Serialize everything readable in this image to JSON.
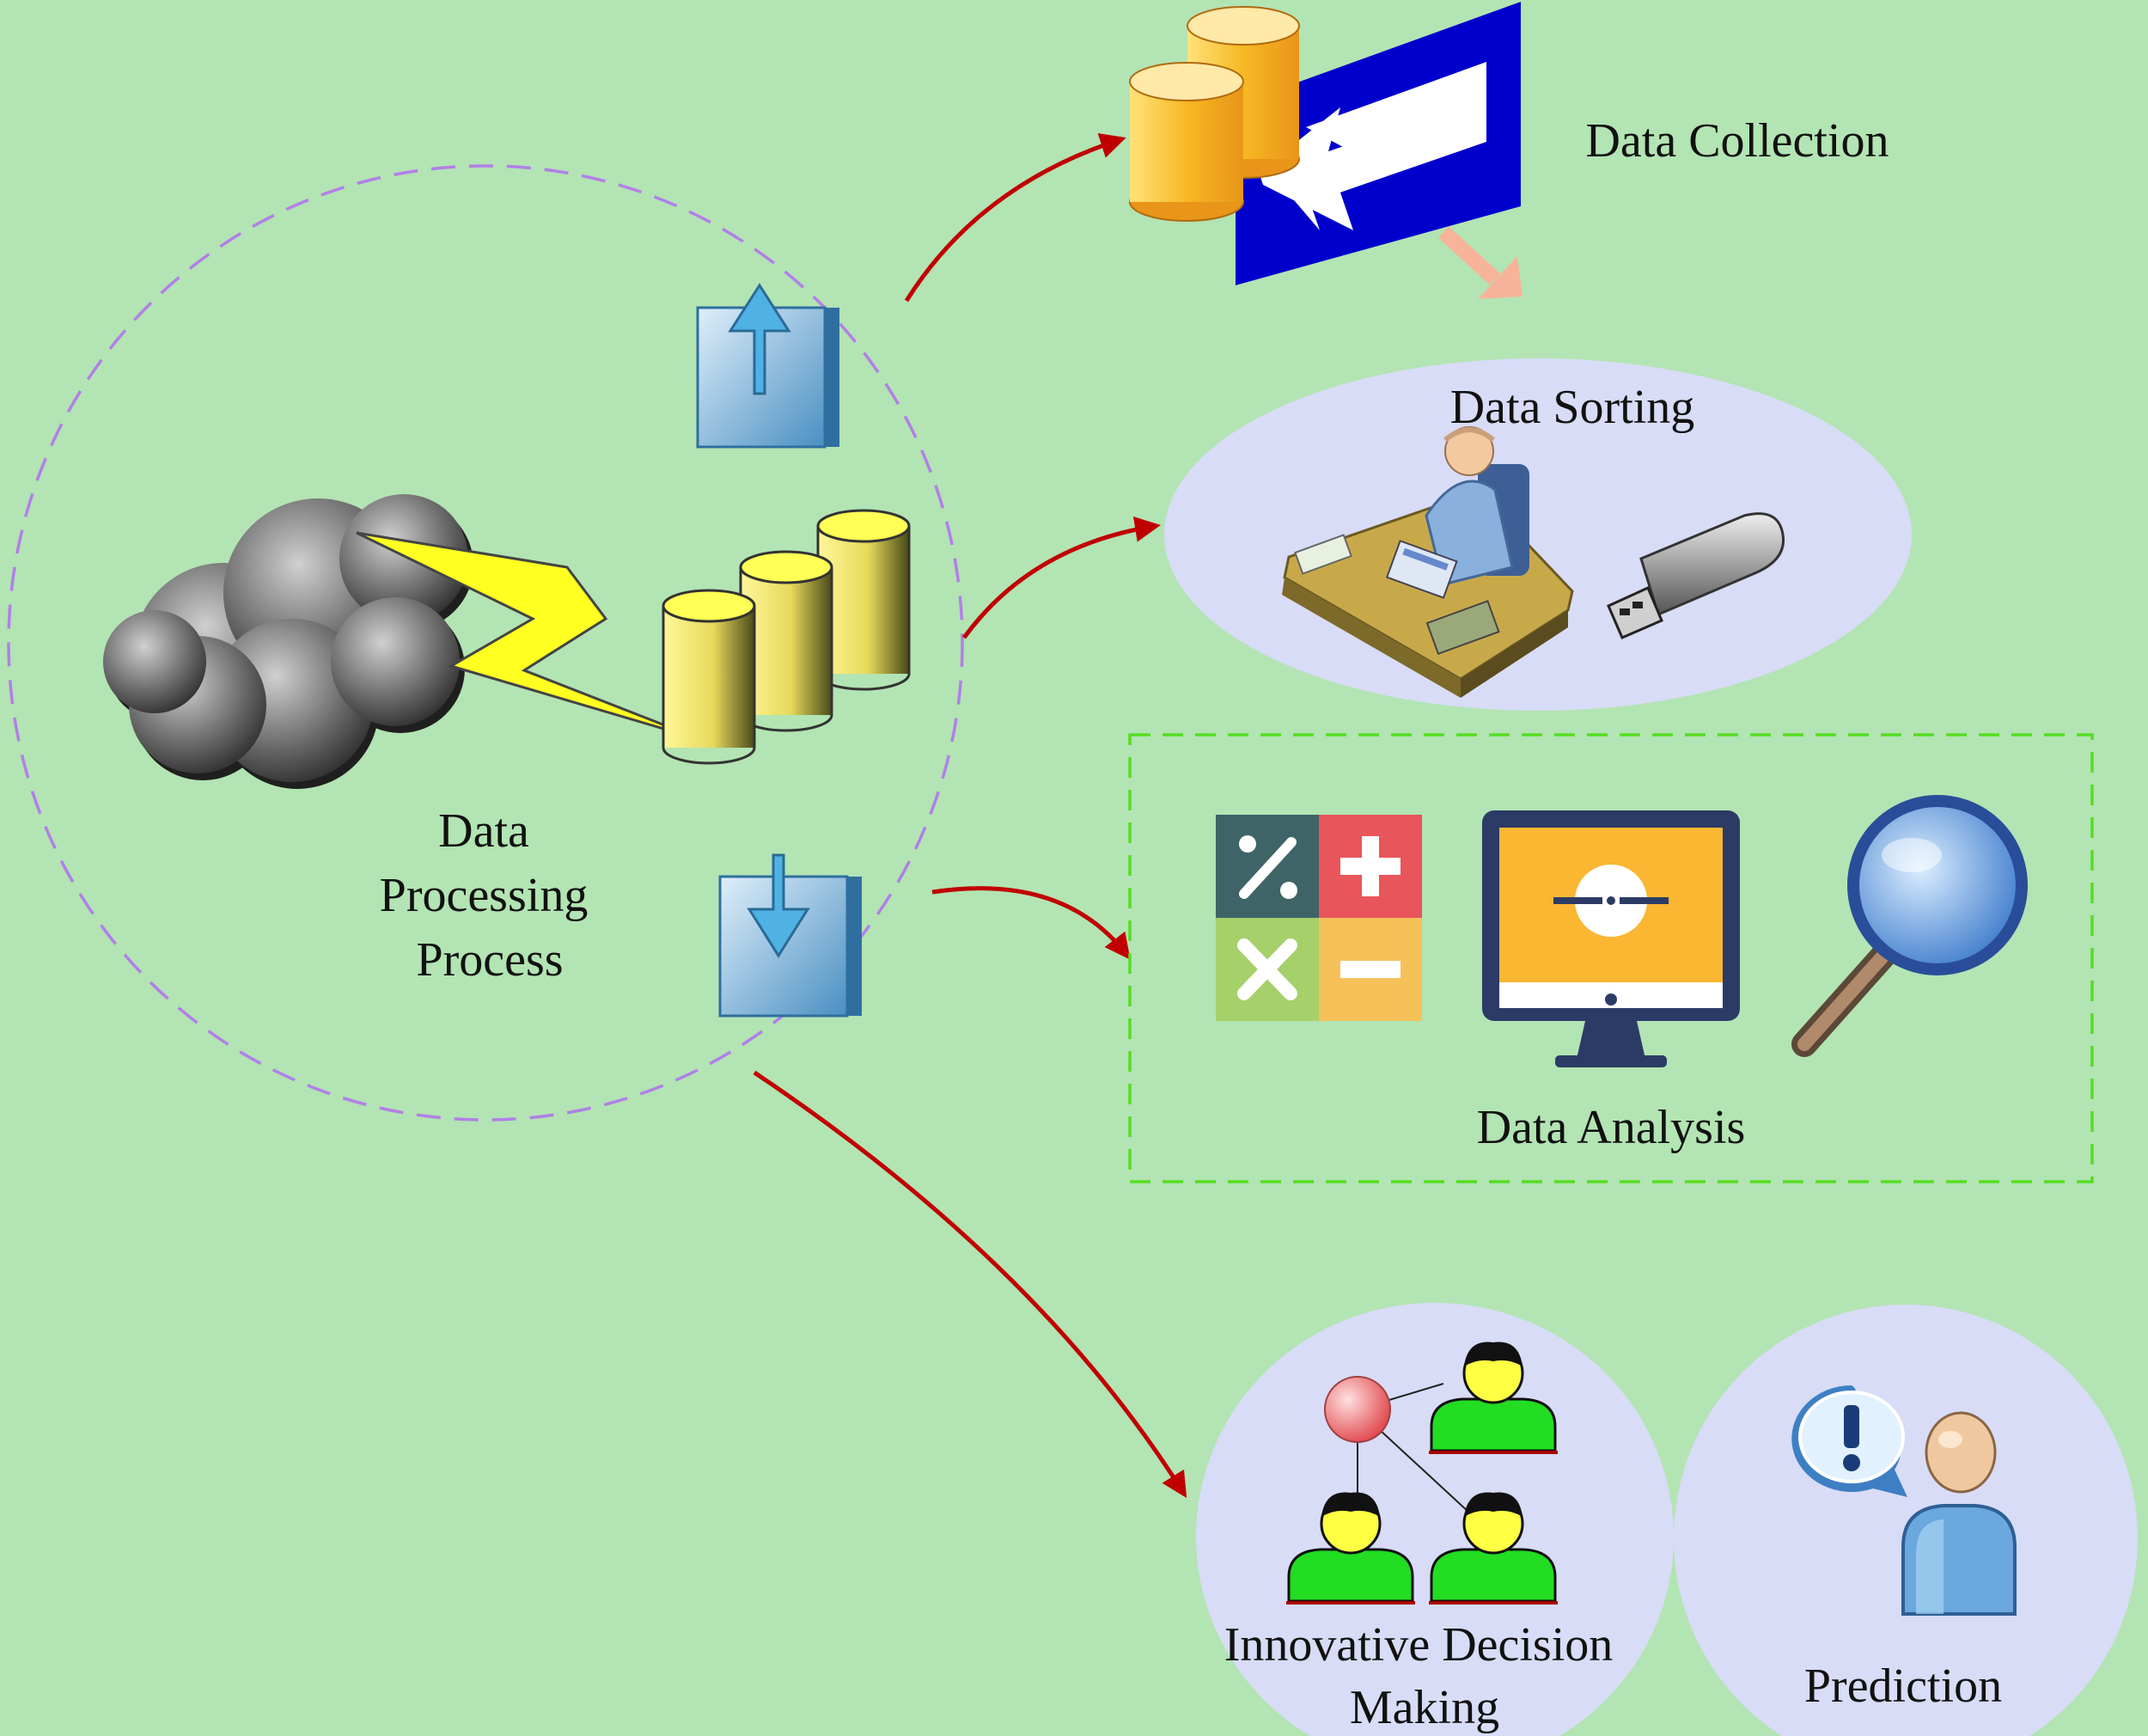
{
  "labels": {
    "data_processing": [
      "Data",
      "Processing",
      "Process"
    ],
    "data_collection": "Data Collection",
    "data_sorting": "Data Sorting",
    "data_analysis": "Data Analysis",
    "innovative_decision": [
      "Innovative Decision",
      "Making"
    ],
    "prediction": "Prediction"
  },
  "colors": {
    "background": "#b3e4b3",
    "ellipse_fill": "#d8dcf6",
    "arrow_red": "#c00000",
    "dashed_circle": "#b27fe8",
    "dashed_box": "#55dd22"
  }
}
